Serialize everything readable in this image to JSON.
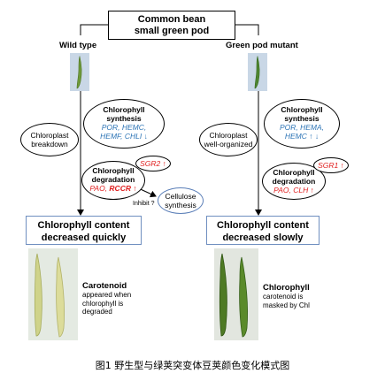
{
  "title": {
    "line1": "Common bean",
    "line2": "small green pod"
  },
  "wild_type": {
    "label": "Wild type",
    "breakdown": {
      "line1": "Chloroplast",
      "line2": "breakdown"
    },
    "synthesis": {
      "line1": "Chlorophyll",
      "line2": "synthesis",
      "genes1": "POR, HEMC,",
      "genes2": "HEMF, CHLI ↓"
    },
    "degradation": {
      "line1": "Chlorophyll",
      "line2": "degradation",
      "genes_a": "PAO, ",
      "genes_b": "RCCR",
      "genes_c": " ↑"
    },
    "sgr": "SGR2 ↑",
    "inhibit": "Inhibit ?",
    "cellulose": {
      "line1": "Cellulose",
      "line2": "synthesis"
    },
    "result": {
      "line1": "Chlorophyll content",
      "line2": "decreased quickly"
    },
    "pigment": {
      "title": "Carotenoid",
      "line1": "appeared when",
      "line2": "chlorophyll is",
      "line3": "degraded"
    }
  },
  "mutant": {
    "label": "Green pod mutant",
    "organized": {
      "line1": "Chloroplast",
      "line2": "well-organized"
    },
    "synthesis": {
      "line1": "Chlorophyll",
      "line2": "synthesis",
      "genes1": "POR, HEMA,",
      "genes2": "HEMC ↑ ↓"
    },
    "degradation": {
      "line1": "Chlorophyll",
      "line2": "degradation",
      "genes": "PAO, CLH ↑"
    },
    "sgr": "SGR1 ↑",
    "result": {
      "line1": "Chlorophyll content",
      "line2": "decreased slowly"
    },
    "pigment": {
      "title": "Chlorophyll",
      "line1": "carotenoid is",
      "line2": "masked by Chl"
    }
  },
  "caption": "图1  野生型与绿荚突变体豆荚颜色变化模式图",
  "colors": {
    "gene_blue": "#2e75b6",
    "gene_red": "#e02020",
    "result_border": "#6f8fc0",
    "thumb_background": "#c9d7e6",
    "pod_green_dark": "#5a7a2a",
    "pod_yellow": "#d8d98a"
  }
}
